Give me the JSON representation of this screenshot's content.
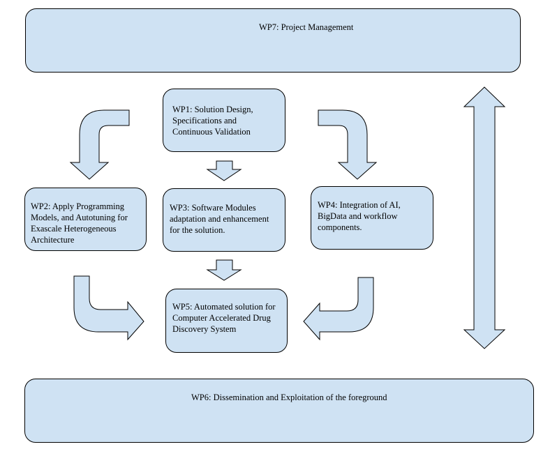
{
  "colors": {
    "box_fill": "#cfe2f3",
    "stroke": "#000000"
  },
  "work_packages": {
    "wp7": "WP7: Project Management",
    "wp1": "WP1: Solution Design,\nSpecifications and\nContinuous Validation",
    "wp2": "WP2: Apply Programming\nModels, and Autotuning for\nExascale Heterogeneous\nArchitecture",
    "wp3": "WP3: Software Modules\nadaptation and enhancement\nfor the solution.",
    "wp4": "WP4: Integration of AI,\nBigData and workflow\ncomponents.",
    "wp5": "WP5: Automated solution for\nComputer Accelerated Drug\nDiscovery System",
    "wp6": "WP6: Dissemination and Exploitation of the foreground"
  }
}
